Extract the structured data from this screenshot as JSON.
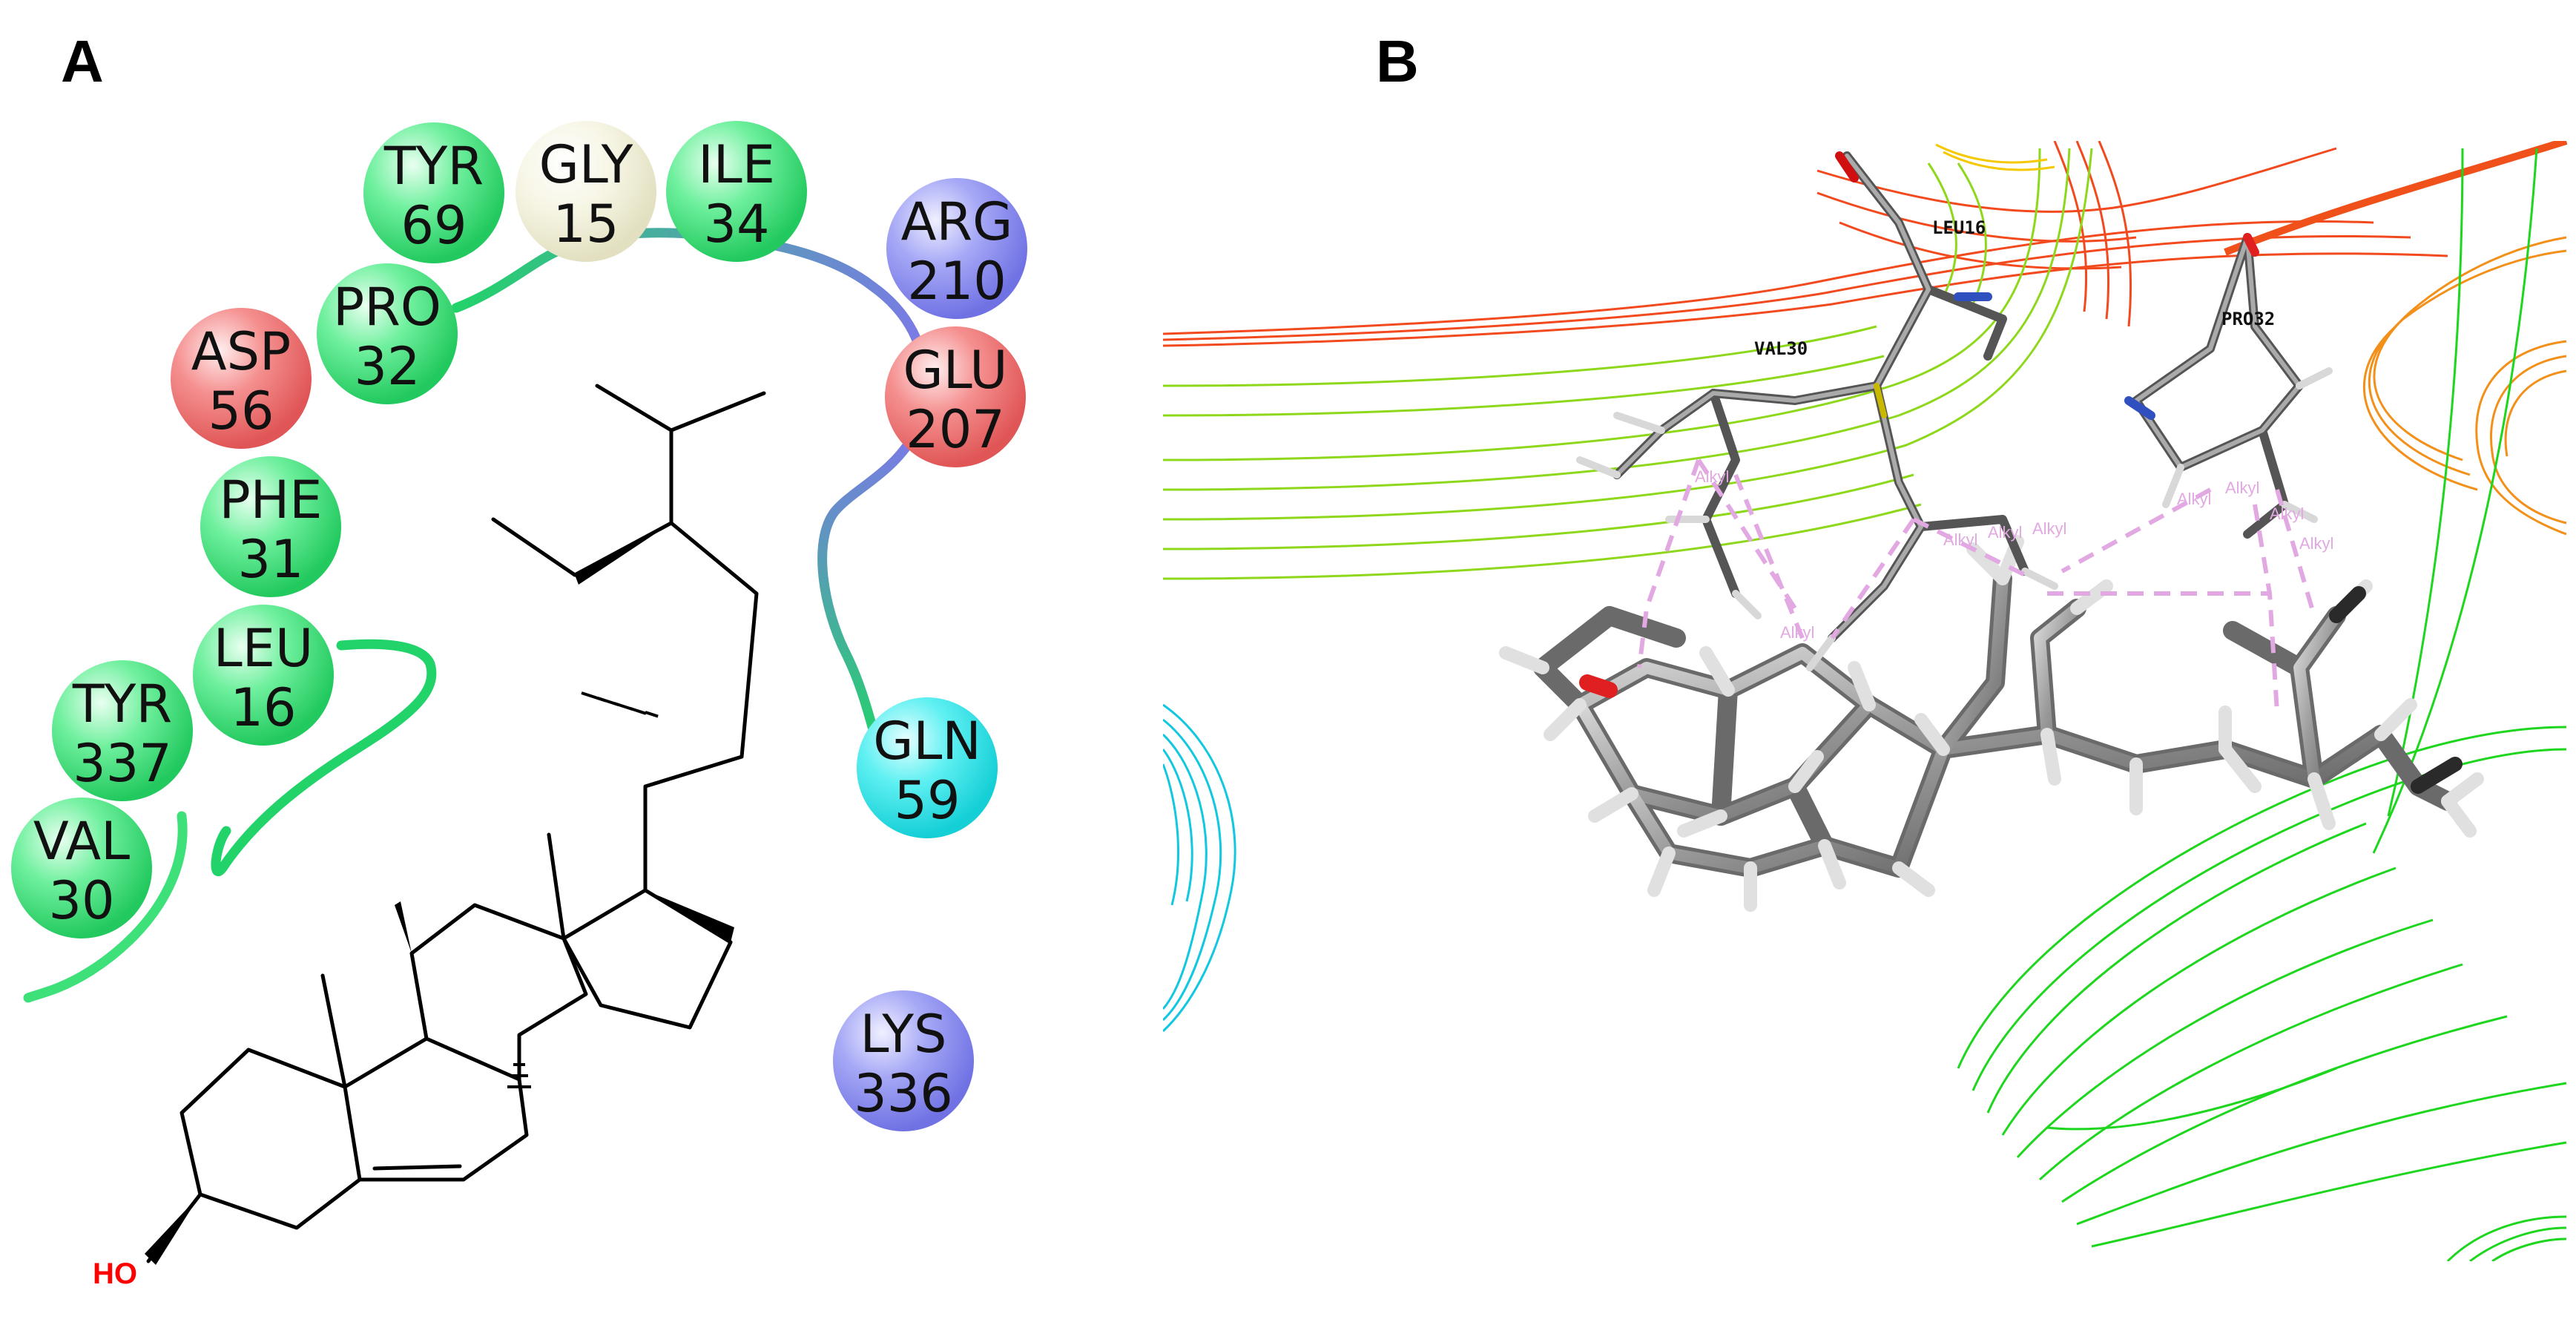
{
  "panels": {
    "a": {
      "letter": "A"
    },
    "b": {
      "letter": "B"
    }
  },
  "ligand_label": "HO",
  "colors": {
    "hydrophobic": "#3ee07a",
    "polar": "#2ee3e6",
    "negative": "#ef6a6a",
    "positive": "#8a8cf0",
    "glycine": "#f1f0d8",
    "pocket_outline_green": "#22d36a",
    "pocket_outline_blue": "#7a7ae6",
    "alkyl_interaction": "#e2a8e2"
  },
  "residues": [
    {
      "id": "tyr69",
      "name": "TYR",
      "number": "69",
      "type": "hydrophobic"
    },
    {
      "id": "gly15",
      "name": "GLY",
      "number": "15",
      "type": "glycine"
    },
    {
      "id": "ile34",
      "name": "ILE",
      "number": "34",
      "type": "hydrophobic"
    },
    {
      "id": "arg210",
      "name": "ARG",
      "number": "210",
      "type": "positive"
    },
    {
      "id": "pro32",
      "name": "PRO",
      "number": "32",
      "type": "hydrophobic"
    },
    {
      "id": "asp56",
      "name": "ASP",
      "number": "56",
      "type": "negative"
    },
    {
      "id": "glu207",
      "name": "GLU",
      "number": "207",
      "type": "negative"
    },
    {
      "id": "phe31",
      "name": "PHE",
      "number": "31",
      "type": "hydrophobic"
    },
    {
      "id": "leu16",
      "name": "LEU",
      "number": "16",
      "type": "hydrophobic"
    },
    {
      "id": "tyr337",
      "name": "TYR",
      "number": "337",
      "type": "hydrophobic"
    },
    {
      "id": "gln59",
      "name": "GLN",
      "number": "59",
      "type": "polar"
    },
    {
      "id": "val30",
      "name": "VAL",
      "number": "30",
      "type": "hydrophobic"
    },
    {
      "id": "lys336",
      "name": "LYS",
      "number": "336",
      "type": "positive"
    }
  ],
  "panel_b_labels": {
    "leu16": "LEU16",
    "val30": "VAL30",
    "pro32": "PRO32"
  },
  "alkyl_labels": [
    "Alkyl",
    "Alkyl",
    "Alkyl",
    "Alkyl",
    "Alkyl",
    "Alkyl",
    "Alkyl",
    "Alkyl",
    "Alkyl"
  ]
}
